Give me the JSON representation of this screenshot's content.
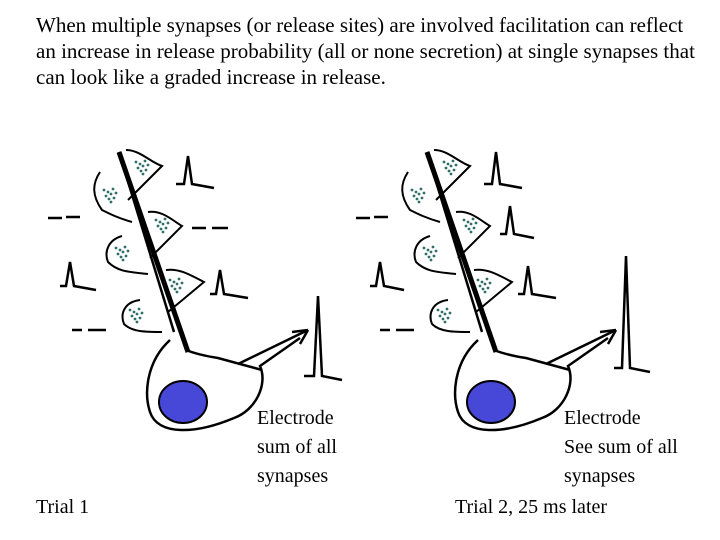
{
  "heading": "When multiple synapses (or release sites) are involved facilitation can reflect an increase in release probability (all or none secretion) at single synapses that can look like a graded increase in release.",
  "panels": [
    {
      "electrode_lines": [
        "Electrode",
        "sum of all",
        "synapses"
      ],
      "trial": "Trial 1"
    },
    {
      "electrode_lines": [
        "Electrode",
        "See sum of all",
        "synapses"
      ],
      "trial": "Trial 2, 25 ms later"
    }
  ],
  "colors": {
    "soma": "#4848d8",
    "vesicle": "#2f6f6a",
    "line": "#000000"
  }
}
